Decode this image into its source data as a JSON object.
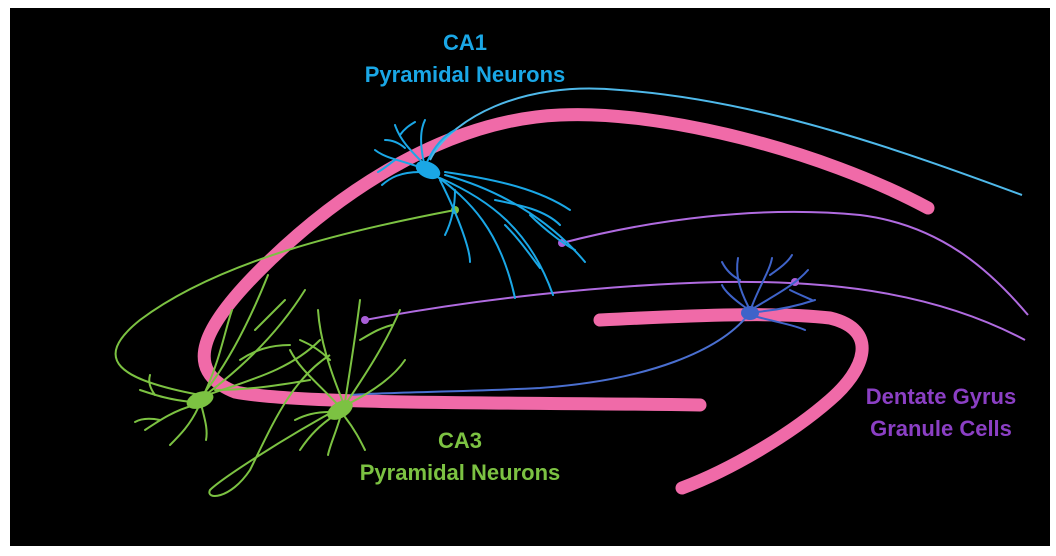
{
  "labels": {
    "ca1": {
      "line1": "CA1",
      "line2": "Pyramidal Neurons",
      "color": "#1aa7e6"
    },
    "ca3": {
      "line1": "CA3",
      "line2": "Pyramidal Neurons",
      "color": "#7cc242"
    },
    "dg": {
      "line1": "Dentate Gyrus",
      "line2": "Granule Cells",
      "color": "#8b3fc4"
    }
  },
  "colors": {
    "background": "#000000",
    "pyramidal_layer": "#f06aa8",
    "ca1": "#1aa7e6",
    "ca3": "#7cc242",
    "dentate": "#3f63c9",
    "perforant": "#a95ed8"
  }
}
